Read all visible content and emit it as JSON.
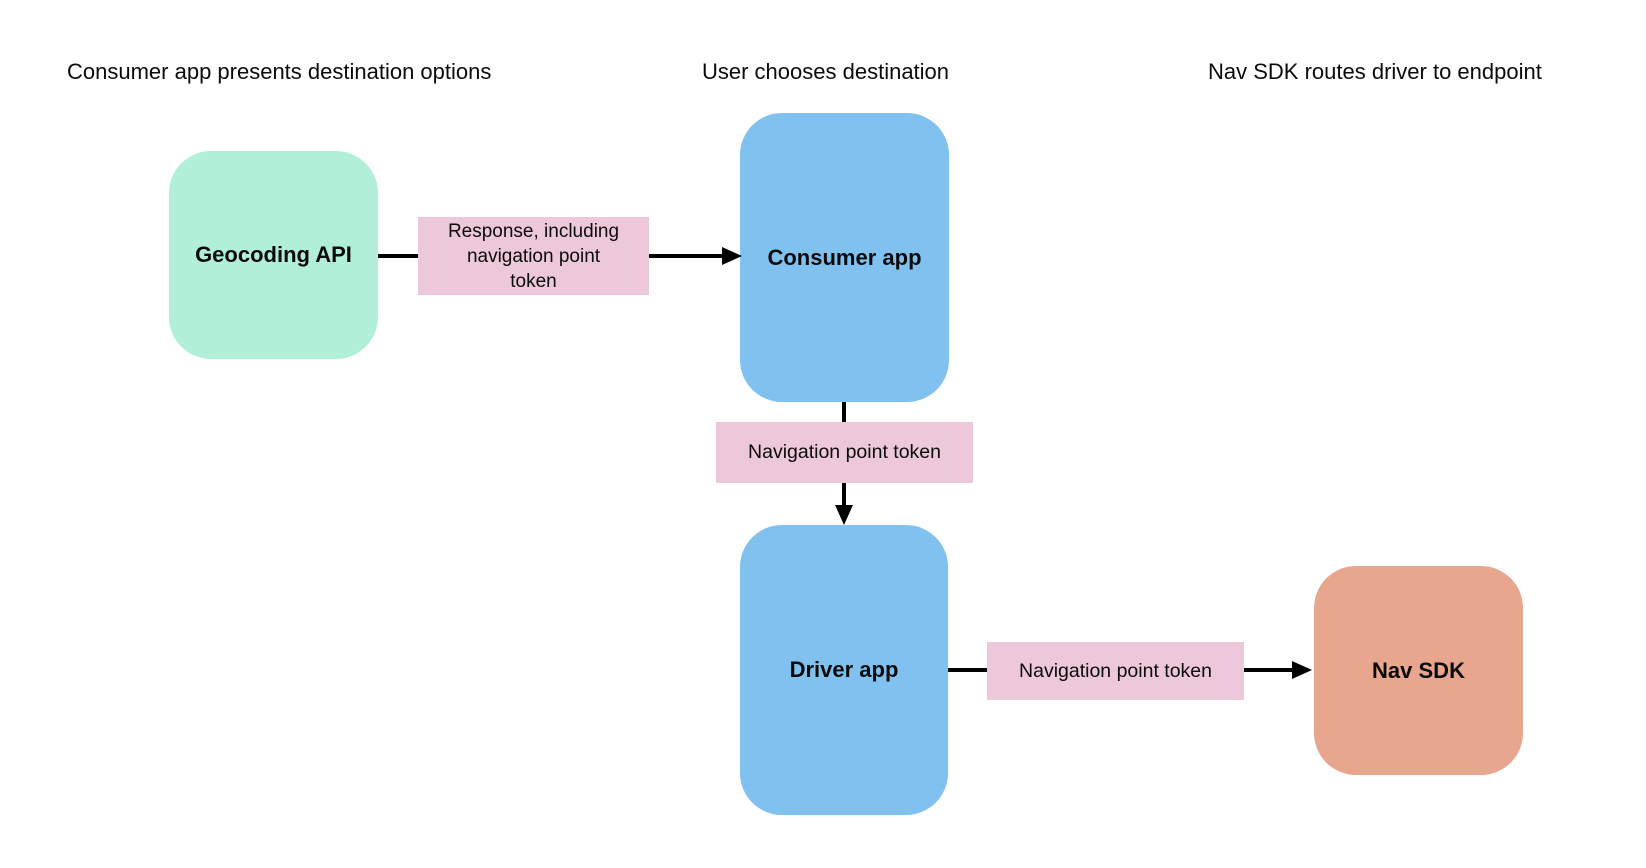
{
  "diagram": {
    "background": "#ffffff",
    "arrow_color": "#000000",
    "edge_label_bg": "#ecc8da",
    "stage_titles": [
      "Consumer app presents destination options",
      "User chooses destination",
      "Nav SDK routes driver to endpoint"
    ],
    "nodes": {
      "geocoding_api": {
        "label": "Geocoding API",
        "color": "#b2efd9"
      },
      "consumer_app": {
        "label": "Consumer app",
        "color": "#81c1f0"
      },
      "driver_app": {
        "label": "Driver app",
        "color": "#81c1f0"
      },
      "nav_sdk": {
        "label": "Nav SDK",
        "color": "#e8a68e"
      }
    },
    "edges": {
      "geocoding_to_consumer": {
        "label": "Response, including\nnavigation point\ntoken"
      },
      "consumer_to_driver": {
        "label": "Navigation point token"
      },
      "driver_to_nav_sdk": {
        "label": "Navigation point token"
      }
    }
  }
}
